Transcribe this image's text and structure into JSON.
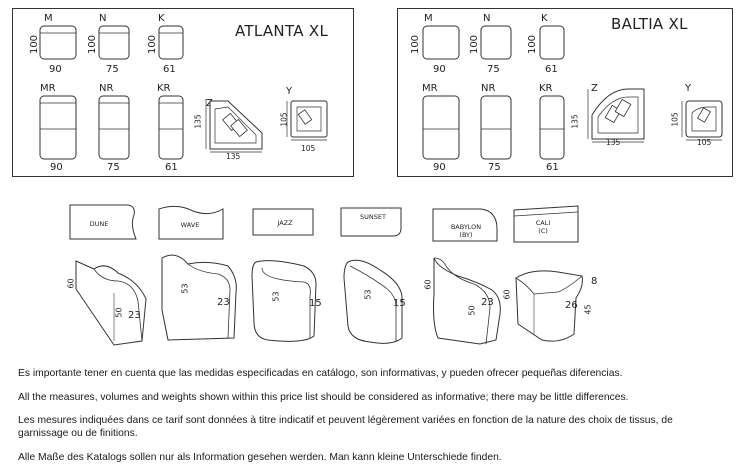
{
  "panels": {
    "atlanta": {
      "title": "ATLANTA XL",
      "top": [
        {
          "code": "M",
          "width": "90",
          "depth": "100"
        },
        {
          "code": "N",
          "width": "75",
          "depth": "100"
        },
        {
          "code": "K",
          "width": "61",
          "depth": "100"
        }
      ],
      "bottom": [
        {
          "code": "MR",
          "width": "90"
        },
        {
          "code": "NR",
          "width": "75"
        },
        {
          "code": "KR",
          "width": "61"
        }
      ],
      "corner_z": {
        "code": "Z",
        "side": "135",
        "bottom": "135"
      },
      "corner_y": {
        "code": "Y",
        "side": "105",
        "bottom": "105"
      }
    },
    "baltia": {
      "title": "BALTIA XL",
      "top": [
        {
          "code": "M",
          "width": "90",
          "depth": "100"
        },
        {
          "code": "N",
          "width": "75",
          "depth": "100"
        },
        {
          "code": "K",
          "width": "61",
          "depth": "100"
        }
      ],
      "bottom": [
        {
          "code": "MR",
          "width": "90"
        },
        {
          "code": "NR",
          "width": "75"
        },
        {
          "code": "KR",
          "width": "61"
        }
      ],
      "corner_z": {
        "code": "Z",
        "side": "135",
        "bottom": "135"
      },
      "corner_y": {
        "code": "Y",
        "side": "105",
        "bottom": "105"
      }
    }
  },
  "armrests": [
    {
      "name": "DUNE",
      "height": "60",
      "depth": "50",
      "width": "23"
    },
    {
      "name": "WAVE",
      "height": "53",
      "width": "23"
    },
    {
      "name": "JAZZ",
      "height": "53",
      "width": "15"
    },
    {
      "name": "SUNSET",
      "height": "53",
      "width": "15"
    },
    {
      "name": "BABYLON",
      "sub": "(BY)",
      "height": "60",
      "depth": "50",
      "width": "23"
    },
    {
      "name": "CALI",
      "sub": "(C)",
      "height": "60",
      "width": "26",
      "top": "8",
      "depth": "45"
    }
  ],
  "notes": [
    "Es importante tener en cuenta que las medidas especificadas en catálogo, son informativas, y pueden ofrecer pequeñas diferencias.",
    "All the measures, volumes and weights shown within this price list should be considered as informative; there may be little differences.",
    "Les mesures indiquées dans ce tarif sont données à titre indicatif et peuvent légèrement variées en fonction de la nature des choix de tissus, de garnissage ou de finitions.",
    "Alle Maße des Katalogs sollen nur als Information gesehen werden. Man kann kleine Unterschiede finden."
  ]
}
